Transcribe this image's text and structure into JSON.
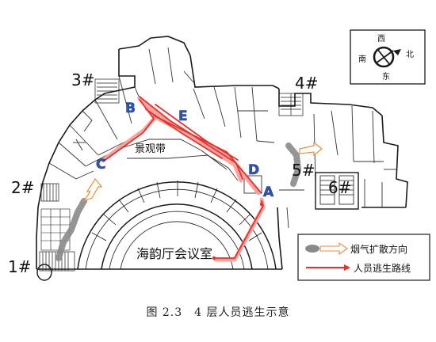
{
  "caption": "图 2.3　4 层人员逃生示意",
  "landmarks": {
    "hall": "海韵厅会议室",
    "view_belt": "景观带"
  },
  "stairs": [
    "1#",
    "2#",
    "3#",
    "4#",
    "5#",
    "6#"
  ],
  "exits": [
    "A",
    "B",
    "C",
    "D",
    "E"
  ],
  "compass": {
    "west": "西",
    "south": "南",
    "north": "北",
    "east": "东"
  },
  "legend": {
    "smoke": "烟气扩散方向",
    "route": "人员逃生路线"
  },
  "colors": {
    "route": "#e8312a",
    "route_light": "#f7a3a0",
    "smoke": "#8a8a8a",
    "smoke_arrow": "#ef8a3a",
    "exit_label": "#2f55b0",
    "wall": "#1a1a1a"
  }
}
